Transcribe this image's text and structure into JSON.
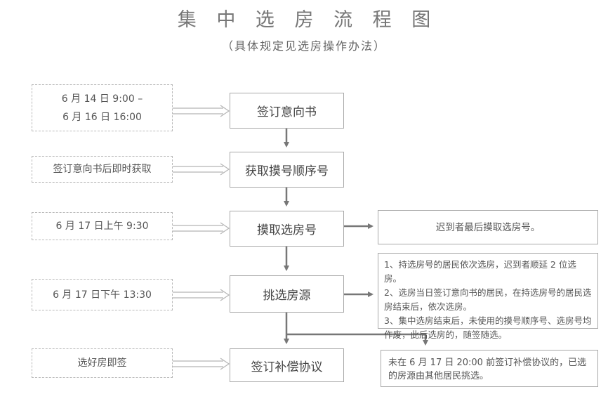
{
  "title": "集 中 选 房 流 程 图",
  "subtitle": "（具体规定见选房操作办法）",
  "steps": [
    {
      "label": "签订意向书",
      "time_lines": [
        "6 月 14 日 9:00  –",
        "6 月 16 日 16:00"
      ]
    },
    {
      "label": "获取摸号顺序号",
      "time_lines": [
        "签订意向书后即时获取"
      ]
    },
    {
      "label": "摸取选房号",
      "time_lines": [
        "6 月 17 日上午 9:30"
      ]
    },
    {
      "label": "挑选房源",
      "time_lines": [
        "6 月 17 日下午 13:30"
      ]
    },
    {
      "label": "签订补偿协议",
      "time_lines": [
        "选好房即签"
      ]
    }
  ],
  "notes": {
    "late_draw": "迟到者最后摸取选房号。",
    "selection_rules": [
      "1、持选房号的居民依次选房，迟到者顺延 2 位选房。",
      "2、选房当日签订意向书的居民，在持选房号的居民选房结束后，依次选房。",
      "3、集中选房结束后，未使用的摸号顺序号、选房号均作废，此后选房的，随签随选。"
    ],
    "deadline": "未在 6 月 17 日 20:00 前签订补偿协议的，已选的房源由其他居民挑选。"
  }
}
